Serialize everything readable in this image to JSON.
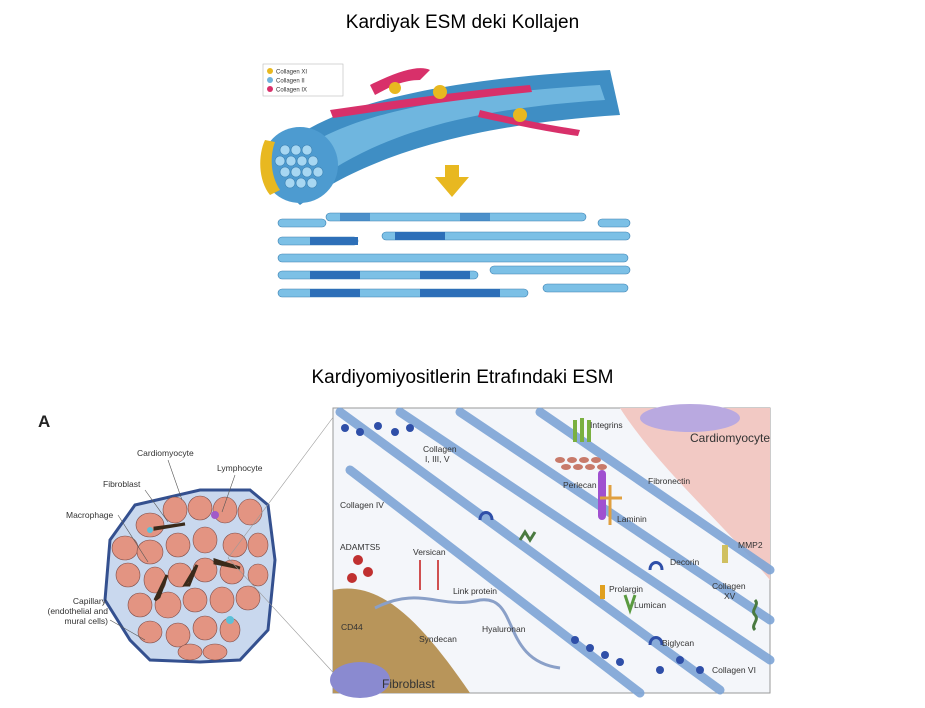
{
  "titles": {
    "top": "Kardiyak ESM deki Kollajen",
    "bottom": "Kardiyomiyositlerin Etrafındaki ESM"
  },
  "collagen_figure": {
    "legend": [
      {
        "label": "Collagen XI",
        "color": "#e8b820"
      },
      {
        "label": "Collagen II",
        "color": "#6fb3dc"
      },
      {
        "label": "Collagen IX",
        "color": "#d8306a"
      }
    ]
  },
  "tissue_figure": {
    "panel_letter": "A",
    "labels": {
      "cardiomyocyte": "Cardiomyocyte",
      "lymphocyte": "Lymphocyte",
      "fibroblast": "Fibroblast",
      "macrophage": "Macrophage",
      "capillary_1": "Capillary",
      "capillary_2": "(endothelial and",
      "capillary_3": "mural cells)"
    }
  },
  "ecm_detail": {
    "labels": {
      "integrins": "Integrins",
      "cardiomyocyte": "Cardiomyocyte",
      "collagen_135_1": "Collagen",
      "collagen_135_2": "I, III, V",
      "fibronectin": "Fibronectin",
      "perlecan": "Perlecan",
      "collagen_iv": "Collagen IV",
      "laminin": "Laminin",
      "adamts5": "ADAMTS5",
      "versican": "Versican",
      "mmp2": "MMP2",
      "decorin": "Decorin",
      "link_protein": "Link protein",
      "prolargin": "Prolargin",
      "collagen_xv_1": "Collagen",
      "collagen_xv_2": "XV",
      "lumican": "Lumican",
      "cd44": "CD44",
      "hyaluronan": "Hyaluronan",
      "syndecan": "Syndecan",
      "biglycan": "Biglycan",
      "collagen_vi": "Collagen VI",
      "fibroblast": "Fibroblast"
    }
  }
}
